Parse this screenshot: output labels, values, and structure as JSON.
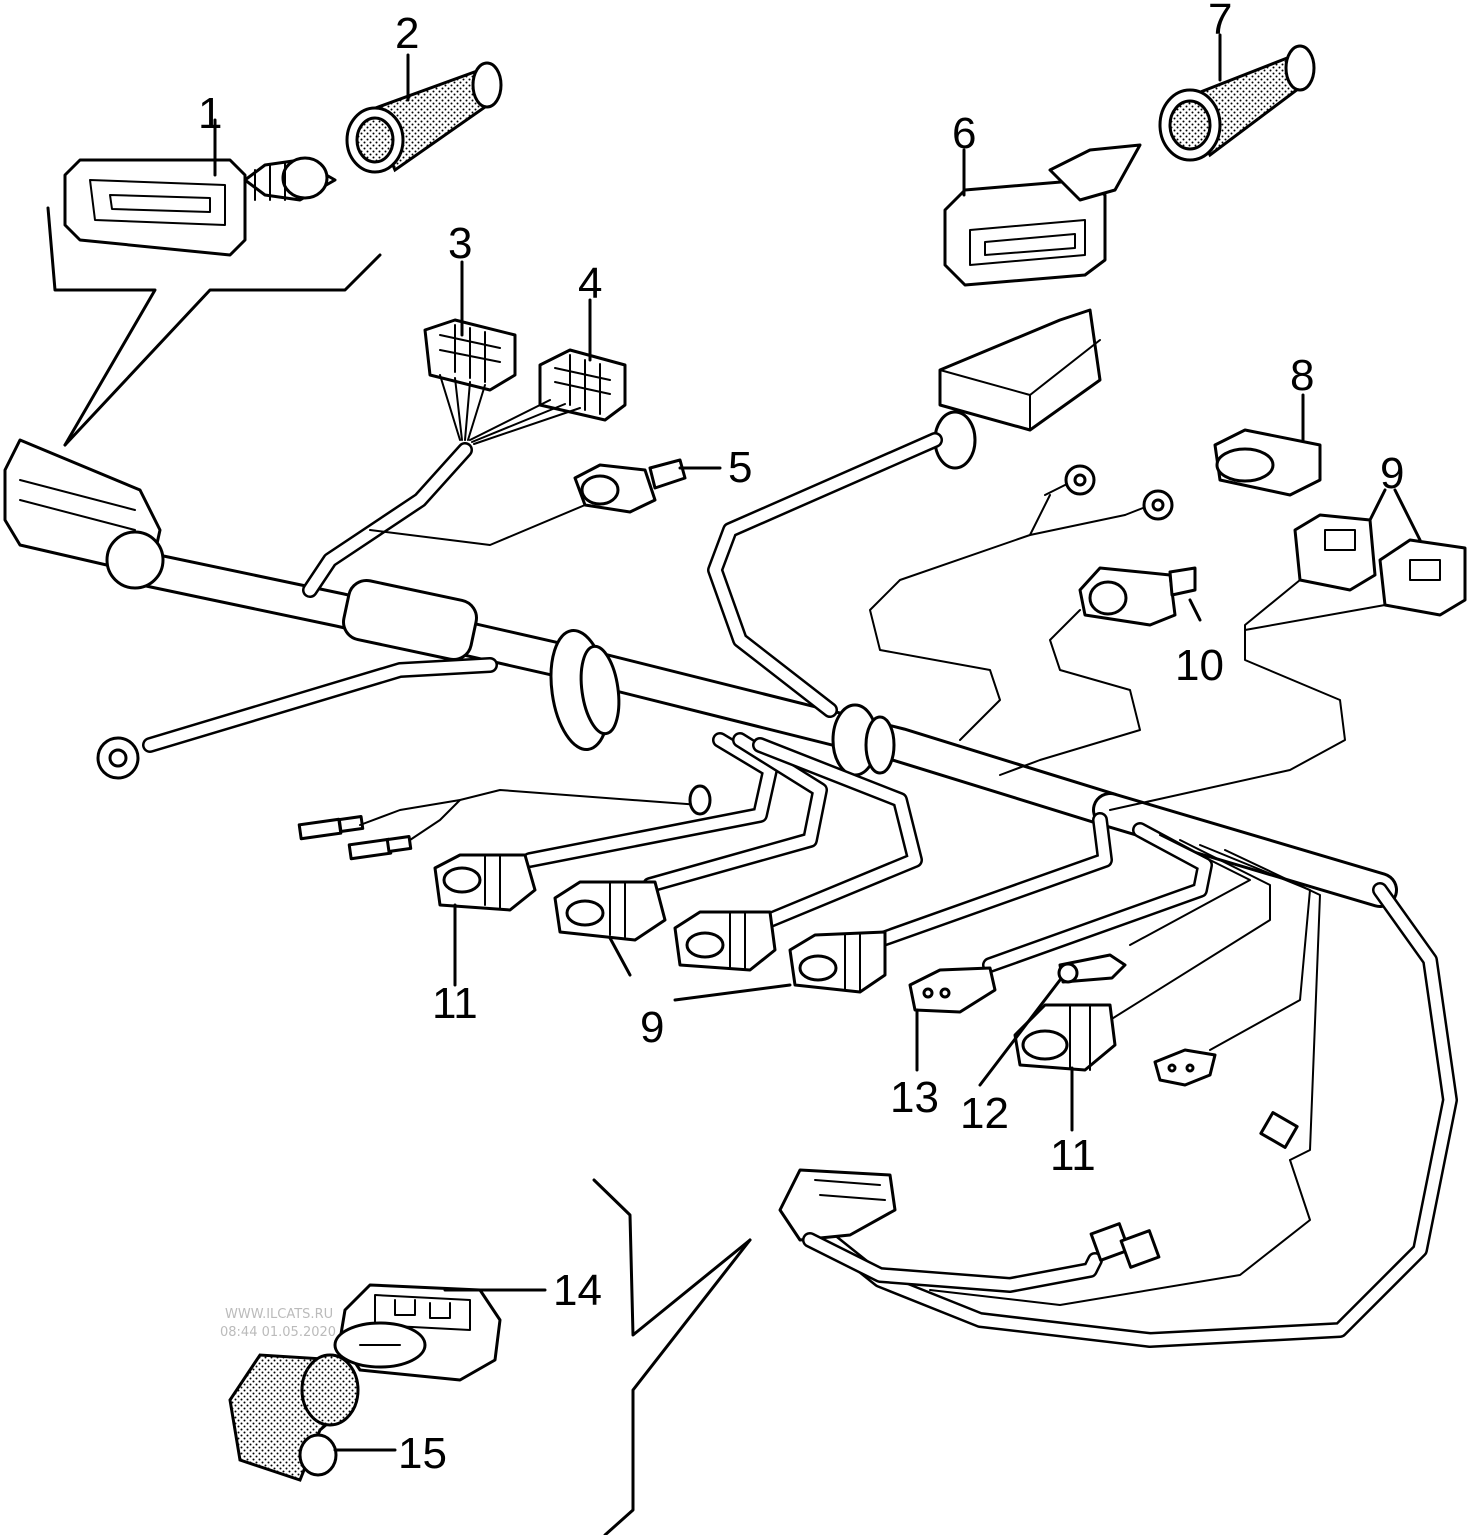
{
  "diagram": {
    "callouts": [
      {
        "id": "c1",
        "label": "1"
      },
      {
        "id": "c2",
        "label": "2"
      },
      {
        "id": "c3",
        "label": "3"
      },
      {
        "id": "c4",
        "label": "4"
      },
      {
        "id": "c5",
        "label": "5"
      },
      {
        "id": "c6",
        "label": "6"
      },
      {
        "id": "c7",
        "label": "7"
      },
      {
        "id": "c8",
        "label": "8"
      },
      {
        "id": "c9a",
        "label": "9"
      },
      {
        "id": "c10",
        "label": "10"
      },
      {
        "id": "c11a",
        "label": "11"
      },
      {
        "id": "c9b",
        "label": "9"
      },
      {
        "id": "c13",
        "label": "13"
      },
      {
        "id": "c12",
        "label": "12"
      },
      {
        "id": "c11b",
        "label": "11"
      },
      {
        "id": "c14",
        "label": "14"
      },
      {
        "id": "c15",
        "label": "15"
      }
    ],
    "watermark": {
      "line1": "WWW.ILCATS.RU",
      "line2": "08:44 01.05.2020"
    }
  }
}
